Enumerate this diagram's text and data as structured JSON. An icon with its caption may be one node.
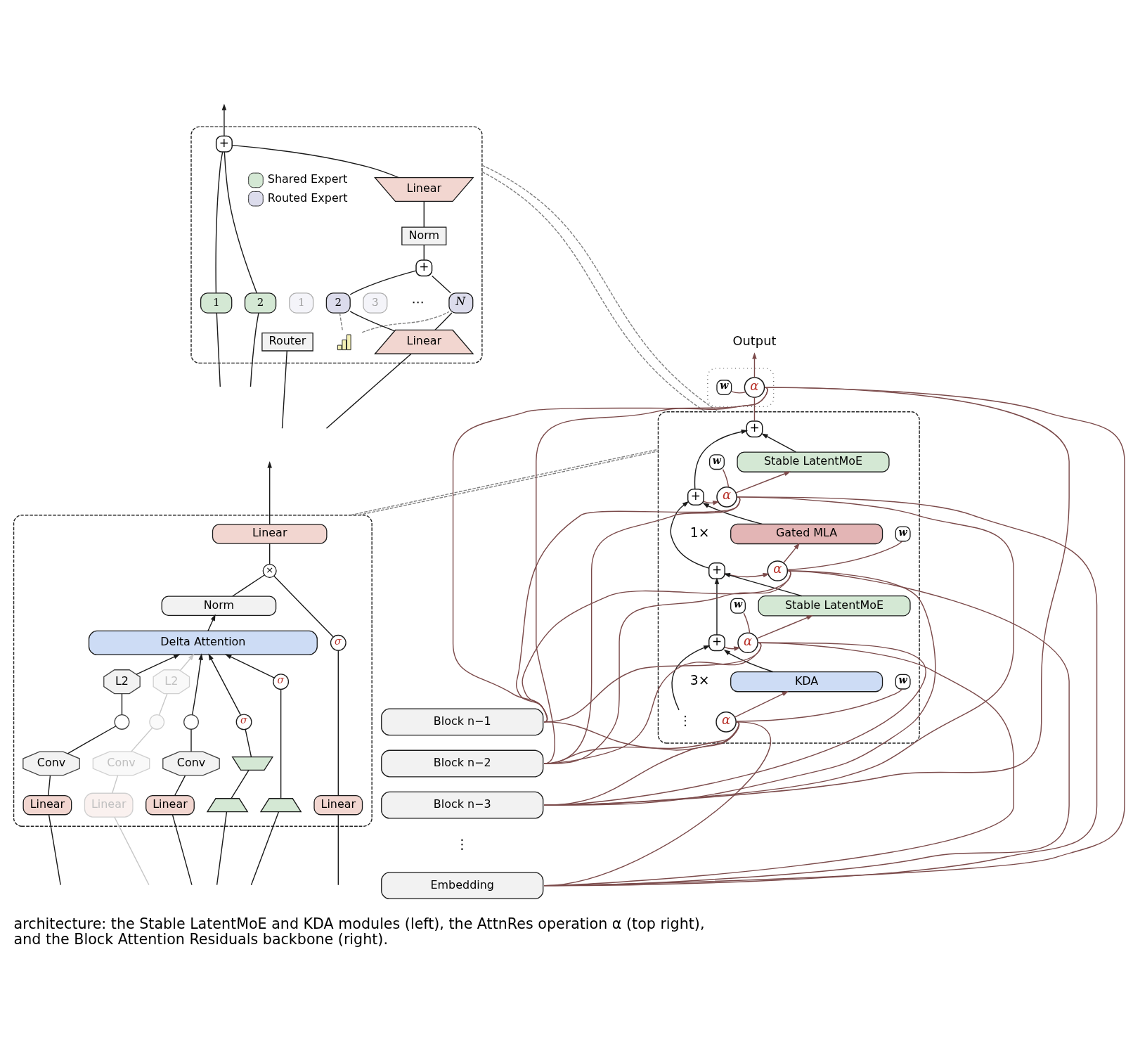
{
  "diagram": {
    "caption": "architecture: the Stable LatentMoE and KDA modules (left), the AttnRes operation α (top right), and the Block Attention Residuals backbone (right).",
    "nodes": [
      {
        "text": [],
        "shape": "box"
      },
      {
        "text": [
          "+"
        ],
        "in": 0
      },
      {
        "text": [
          "Linear"
        ],
        "in": 0
      },
      {
        "text": [
          "Norm"
        ],
        "in": 0
      },
      {
        "text": [
          "+"
        ],
        "in": 0
      },
      {
        "text": [
          "1"
        ],
        "in": 0
      },
      {
        "text": [
          "2"
        ],
        "in": 0
      },
      {
        "text": [
          "1"
        ],
        "in": 0
      },
      {
        "text": [
          "2"
        ],
        "in": 0
      },
      {
        "text": [
          "3"
        ],
        "in": 0
      },
      {
        "text": [
          "N"
        ],
        "in": 0
      },
      {
        "text": [
          "Router"
        ],
        "in": 0
      },
      {
        "text": [],
        "shape": "picture",
        "in": 0
      },
      {
        "text": [
          "Linear"
        ],
        "in": 0
      },
      {
        "text": [],
        "shape": "box"
      },
      {
        "text": [
          "Linear"
        ],
        "in": 14
      },
      {
        "text": [
          "×"
        ],
        "in": 14
      },
      {
        "text": [
          "Norm"
        ],
        "in": 14
      },
      {
        "text": [
          "Delta Attention"
        ],
        "in": 14
      },
      {
        "text": [
          "L2"
        ],
        "in": 14
      },
      {
        "text": [],
        "shape": "circle",
        "in": 14
      },
      {
        "text": [
          "Conv"
        ],
        "in": 14
      },
      {
        "text": [
          "Linear"
        ],
        "in": 14
      },
      {
        "text": [
          "L2"
        ],
        "in": 14
      },
      {
        "text": [],
        "shape": "circle",
        "in": 14
      },
      {
        "text": [
          "Conv"
        ],
        "in": 14
      },
      {
        "text": [
          "Linear"
        ],
        "in": 14
      },
      {
        "text": [],
        "shape": "circle",
        "in": 14
      },
      {
        "text": [
          "Conv"
        ],
        "in": 14
      },
      {
        "text": [
          "Linear"
        ],
        "in": 14
      },
      {
        "text": [
          "σ"
        ],
        "in": 14
      },
      {
        "text": [],
        "shape": "trapezoid",
        "in": 14
      },
      {
        "text": [],
        "shape": "trapezoid",
        "in": 14
      },
      {
        "text": [
          "σ"
        ],
        "in": 14
      },
      {
        "text": [],
        "shape": "trapezoid",
        "in": 14
      },
      {
        "text": [
          "σ"
        ],
        "in": 14
      },
      {
        "text": [
          "Linear"
        ],
        "in": 14
      },
      {
        "text": [
          "Output"
        ]
      },
      {
        "text": [],
        "shape": "box"
      },
      {
        "text": [
          "w"
        ],
        "in": 38
      },
      {
        "text": [
          "α"
        ],
        "in": 38
      },
      {
        "text": [],
        "shape": "box"
      },
      {
        "text": [
          "+"
        ],
        "in": 41
      },
      {
        "text": [
          "w"
        ],
        "in": 41
      },
      {
        "text": [
          "Stable LatentMoE"
        ],
        "in": 41
      },
      {
        "text": [
          "α"
        ],
        "in": 41
      },
      {
        "text": [
          "+"
        ],
        "in": 41
      },
      {
        "text": [
          "w"
        ],
        "in": 41
      },
      {
        "text": [
          "Gated MLA"
        ],
        "in": 41
      },
      {
        "text": [
          "α"
        ],
        "in": 41
      },
      {
        "text": [
          "+"
        ],
        "in": 41
      },
      {
        "text": [
          "w"
        ],
        "in": 41
      },
      {
        "text": [
          "Stable LatentMoE"
        ],
        "in": 41
      },
      {
        "text": [
          "α"
        ],
        "in": 41
      },
      {
        "text": [
          "+"
        ],
        "in": 41
      },
      {
        "text": [
          "w"
        ],
        "in": 41
      },
      {
        "text": [
          "KDA"
        ],
        "in": 41
      },
      {
        "text": [
          "α"
        ],
        "in": 41
      },
      {
        "text": [
          "⋮"
        ],
        "in": 41
      },
      {
        "text": [
          "Block n−1"
        ]
      },
      {
        "text": [
          "Block n−2"
        ]
      },
      {
        "text": [
          "Block n−3"
        ]
      },
      {
        "text": [
          "Embedding"
        ]
      }
    ],
    "edges": [
      {
        "from": null,
        "to": 5,
        "arrow": "none"
      },
      {
        "from": null,
        "to": 6,
        "arrow": "none"
      },
      {
        "from": null,
        "to": 11,
        "arrow": "none"
      },
      {
        "from": null,
        "to": 13,
        "arrow": "none"
      },
      {
        "from": 13,
        "to": 8,
        "arrow": "none"
      },
      {
        "from": 13,
        "to": 10,
        "arrow": "none"
      },
      {
        "from": 12,
        "to": 8,
        "arrow": "none",
        "style": "dashed",
        "color": "#808080"
      },
      {
        "from": 12,
        "to": 10,
        "arrow": "none",
        "style": "dashed",
        "color": "#808080"
      },
      {
        "from": 8,
        "to": 4,
        "arrow": "none"
      },
      {
        "from": 10,
        "to": 4,
        "arrow": "none"
      },
      {
        "from": 4,
        "to": 3,
        "arrow": "none"
      },
      {
        "from": 3,
        "to": 2,
        "arrow": "none"
      },
      {
        "from": 2,
        "to": 1,
        "arrow": "none"
      },
      {
        "from": 5,
        "to": 1,
        "arrow": "none"
      },
      {
        "from": 6,
        "to": 1,
        "arrow": "none"
      },
      {
        "from": 1,
        "to": null,
        "arrow": "to"
      },
      {
        "from": null,
        "to": 22,
        "arrow": "none"
      },
      {
        "from": null,
        "to": 26,
        "arrow": "none",
        "color": "#c8c8c8"
      },
      {
        "from": null,
        "to": 29,
        "arrow": "none"
      },
      {
        "from": null,
        "to": 32,
        "arrow": "none"
      },
      {
        "from": null,
        "to": 34,
        "arrow": "none"
      },
      {
        "from": null,
        "to": 36,
        "arrow": "none"
      },
      {
        "from": 22,
        "to": 21,
        "arrow": "none"
      },
      {
        "from": 21,
        "to": 20,
        "arrow": "none"
      },
      {
        "from": 20,
        "to": 19,
        "arrow": "none"
      },
      {
        "from": 19,
        "to": 18,
        "arrow": "to"
      },
      {
        "from": 26,
        "to": 25,
        "arrow": "none",
        "color": "#c8c8c8"
      },
      {
        "from": 25,
        "to": 24,
        "arrow": "none",
        "color": "#c8c8c8"
      },
      {
        "from": 24,
        "to": 23,
        "arrow": "none",
        "color": "#c8c8c8"
      },
      {
        "from": 23,
        "to": 18,
        "arrow": "to",
        "color": "#c8c8c8"
      },
      {
        "from": 29,
        "to": 28,
        "arrow": "none"
      },
      {
        "from": 28,
        "to": 27,
        "arrow": "none"
      },
      {
        "from": 27,
        "to": 18,
        "arrow": "to"
      },
      {
        "from": 32,
        "to": 31,
        "arrow": "none"
      },
      {
        "from": 31,
        "to": 30,
        "arrow": "none"
      },
      {
        "from": 30,
        "to": 18,
        "arrow": "to"
      },
      {
        "from": 34,
        "to": 33,
        "arrow": "none"
      },
      {
        "from": 33,
        "to": 18,
        "arrow": "to"
      },
      {
        "from": 36,
        "to": 35,
        "arrow": "none"
      },
      {
        "from": 35,
        "to": 16,
        "arrow": "none"
      },
      {
        "from": 18,
        "to": 17,
        "arrow": "to"
      },
      {
        "from": 17,
        "to": 16,
        "arrow": "none"
      },
      {
        "from": 16,
        "to": 15,
        "arrow": "none"
      },
      {
        "from": 15,
        "to": null,
        "arrow": "to"
      },
      {
        "from": 0,
        "to": 41,
        "arrow": "none",
        "style": "dashed",
        "color": "#808080"
      },
      {
        "from": 0,
        "to": 41,
        "arrow": "none",
        "style": "dashed",
        "color": "#808080"
      },
      {
        "from": 14,
        "to": 41,
        "arrow": "none",
        "style": "dashed",
        "color": "#808080"
      },
      {
        "from": 14,
        "to": 41,
        "arrow": "none",
        "style": "dashed",
        "color": "#808080"
      },
      {
        "from": 40,
        "to": 37,
        "arrow": "to",
        "color": "#7b4a4a"
      },
      {
        "from": 39,
        "to": 40,
        "arrow": "none",
        "color": "#7b4a4a"
      },
      {
        "from": 42,
        "to": 40,
        "arrow": "none",
        "color": "#7b4a4a"
      },
      {
        "from": 44,
        "to": 42,
        "arrow": "to"
      },
      {
        "from": 46,
        "to": 42,
        "arrow": "to"
      },
      {
        "from": 45,
        "to": 44,
        "arrow": "to",
        "color": "#7b4a4a"
      },
      {
        "from": 43,
        "to": 45,
        "arrow": "none",
        "color": "#7b4a4a"
      },
      {
        "from": 46,
        "to": 45,
        "arrow": "to",
        "color": "#7b4a4a"
      },
      {
        "from": 48,
        "to": 46,
        "arrow": "to"
      },
      {
        "from": 50,
        "to": 46,
        "arrow": "to"
      },
      {
        "from": 49,
        "to": 48,
        "arrow": "to",
        "color": "#7b4a4a"
      },
      {
        "from": 47,
        "to": 49,
        "arrow": "none",
        "color": "#7b4a4a"
      },
      {
        "from": 50,
        "to": 49,
        "arrow": "to",
        "color": "#7b4a4a"
      },
      {
        "from": 52,
        "to": 50,
        "arrow": "to"
      },
      {
        "from": 54,
        "to": 50,
        "arrow": "to"
      },
      {
        "from": 53,
        "to": 52,
        "arrow": "to",
        "color": "#7b4a4a"
      },
      {
        "from": 51,
        "to": 53,
        "arrow": "none",
        "color": "#7b4a4a"
      },
      {
        "from": 54,
        "to": 53,
        "arrow": "to",
        "color": "#7b4a4a"
      },
      {
        "from": 56,
        "to": 54,
        "arrow": "to"
      },
      {
        "from": 58,
        "to": 54,
        "arrow": "to"
      },
      {
        "from": 57,
        "to": 56,
        "arrow": "to",
        "color": "#7b4a4a"
      },
      {
        "from": 55,
        "to": 57,
        "arrow": "none",
        "color": "#7b4a4a"
      },
      {
        "from": 59,
        "to": 40,
        "arrow": "none",
        "color": "#7b4a4a"
      },
      {
        "from": 60,
        "to": 40,
        "arrow": "none",
        "color": "#7b4a4a"
      },
      {
        "from": 61,
        "to": 40,
        "arrow": "none",
        "color": "#7b4a4a"
      },
      {
        "from": 62,
        "to": 40,
        "arrow": "none",
        "color": "#7b4a4a"
      },
      {
        "from": 59,
        "to": 45,
        "arrow": "none",
        "color": "#7b4a4a"
      },
      {
        "from": 60,
        "to": 45,
        "arrow": "none",
        "color": "#7b4a4a"
      },
      {
        "from": 61,
        "to": 45,
        "arrow": "none",
        "color": "#7b4a4a"
      },
      {
        "from": 62,
        "to": 45,
        "arrow": "none",
        "color": "#7b4a4a"
      },
      {
        "from": 59,
        "to": 49,
        "arrow": "none",
        "color": "#7b4a4a"
      },
      {
        "from": 60,
        "to": 49,
        "arrow": "none",
        "color": "#7b4a4a"
      },
      {
        "from": 61,
        "to": 49,
        "arrow": "none",
        "color": "#7b4a4a"
      },
      {
        "from": 62,
        "to": 49,
        "arrow": "none",
        "color": "#7b4a4a"
      },
      {
        "from": 59,
        "to": 53,
        "arrow": "none",
        "color": "#7b4a4a"
      },
      {
        "from": 60,
        "to": 53,
        "arrow": "none",
        "color": "#7b4a4a"
      },
      {
        "from": 61,
        "to": 53,
        "arrow": "none",
        "color": "#7b4a4a"
      },
      {
        "from": 62,
        "to": 53,
        "arrow": "none",
        "color": "#7b4a4a"
      },
      {
        "from": 59,
        "to": 57,
        "arrow": "none",
        "color": "#7b4a4a"
      },
      {
        "from": 60,
        "to": 57,
        "arrow": "none",
        "color": "#7b4a4a"
      },
      {
        "from": 61,
        "to": 57,
        "arrow": "none",
        "color": "#7b4a4a"
      },
      {
        "from": 62,
        "to": 57,
        "arrow": "none",
        "color": "#7b4a4a"
      }
    ],
    "labels": [
      "⋯",
      "1×",
      "3×",
      "⋮"
    ],
    "legend": [
      {
        "text": "Shared Expert",
        "color": "#d4e8d4"
      },
      {
        "text": "Routed Expert",
        "color": "#dcdcec"
      }
    ]
  }
}
